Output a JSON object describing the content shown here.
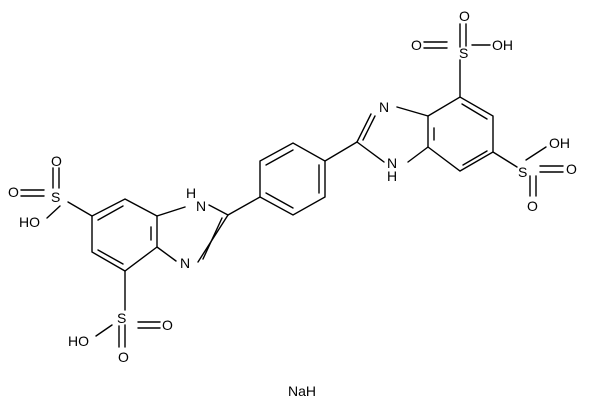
{
  "molecule": {
    "atoms": {
      "H": "H",
      "N": "N",
      "O": "O",
      "S": "S",
      "OH": "OH",
      "HO": "HO",
      "counterion": "NaH"
    }
  }
}
